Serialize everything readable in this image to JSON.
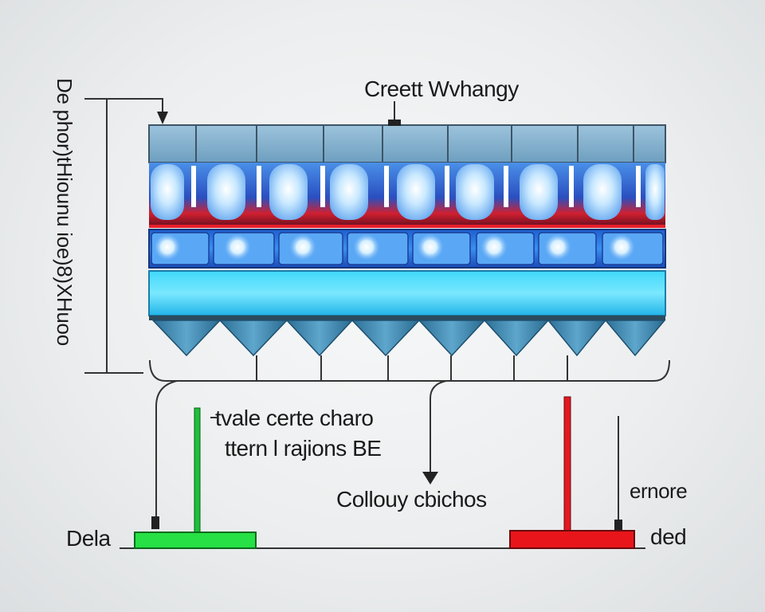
{
  "labels": {
    "top": "Creett Wvhangy",
    "side": "De phor)tHiounu ioe)8)XHuoo",
    "middle_line1": "tvale certe charo",
    "middle_line2": "ttern l rajions BE",
    "center": "Collouy cbichos",
    "right_top": "ernore",
    "left": "Dela",
    "right": "ded"
  },
  "colors": {
    "left_bar": "#22e040",
    "right_bar": "#e8161a",
    "cyan_layer": "#22c8f0",
    "blue_layer": "#2f7fe0",
    "top_strip": "#7aaac8",
    "red_glow": "#e0202a",
    "pyramid": "#3f86ae"
  }
}
